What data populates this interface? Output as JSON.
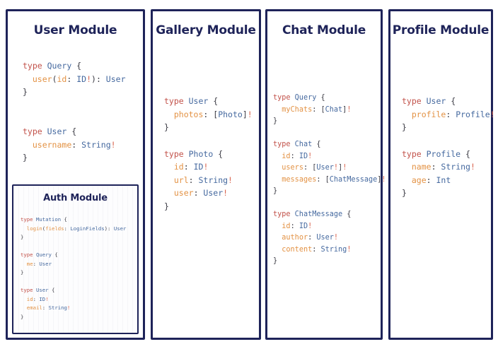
{
  "diagram": {
    "kind": "graphql-schema-module-map",
    "background_color": "#ffffff",
    "panel_border_color": "#1e2359",
    "title_color": "#1e2359",
    "syntax_colors": {
      "keyword": "#c2524a",
      "type": "#45699f",
      "field": "#e39244",
      "punctuation": "#3b3b44",
      "bang": "#d9654f"
    }
  },
  "modules": [
    {
      "id": "user-module",
      "title": "User Module",
      "code_lines": [
        [
          {
            "t": "type ",
            "c": "kw"
          },
          {
            "t": "Query",
            "c": "type"
          },
          {
            "t": " {",
            "c": "punct"
          }
        ],
        [
          {
            "t": "  ",
            "c": "punct"
          },
          {
            "t": "user",
            "c": "field"
          },
          {
            "t": "(",
            "c": "punct"
          },
          {
            "t": "id",
            "c": "field"
          },
          {
            "t": ": ",
            "c": "punct"
          },
          {
            "t": "ID",
            "c": "type"
          },
          {
            "t": "!",
            "c": "bang"
          },
          {
            "t": "): ",
            "c": "punct"
          },
          {
            "t": "User",
            "c": "type"
          }
        ],
        [
          {
            "t": "}",
            "c": "punct"
          }
        ],
        [
          {
            "t": "",
            "c": "punct"
          }
        ],
        [
          {
            "t": "",
            "c": "punct"
          }
        ],
        [
          {
            "t": "type ",
            "c": "kw"
          },
          {
            "t": "User",
            "c": "type"
          },
          {
            "t": " {",
            "c": "punct"
          }
        ],
        [
          {
            "t": "  ",
            "c": "punct"
          },
          {
            "t": "username",
            "c": "field"
          },
          {
            "t": ": ",
            "c": "punct"
          },
          {
            "t": "String",
            "c": "type"
          },
          {
            "t": "!",
            "c": "bang"
          }
        ],
        [
          {
            "t": "}",
            "c": "punct"
          }
        ]
      ],
      "submodule": {
        "id": "auth-module",
        "title": "Auth Module",
        "code_lines": [
          [
            {
              "t": "type ",
              "c": "kw"
            },
            {
              "t": "Mutation",
              "c": "type"
            },
            {
              "t": " {",
              "c": "punct"
            }
          ],
          [
            {
              "t": "  ",
              "c": "punct"
            },
            {
              "t": "login",
              "c": "field"
            },
            {
              "t": "(",
              "c": "punct"
            },
            {
              "t": "fields",
              "c": "field"
            },
            {
              "t": ": ",
              "c": "punct"
            },
            {
              "t": "LoginFields",
              "c": "type"
            },
            {
              "t": "): ",
              "c": "punct"
            },
            {
              "t": "User",
              "c": "type"
            }
          ],
          [
            {
              "t": "}",
              "c": "punct"
            }
          ],
          [
            {
              "t": "",
              "c": "punct"
            }
          ],
          [
            {
              "t": "type ",
              "c": "kw"
            },
            {
              "t": "Query",
              "c": "type"
            },
            {
              "t": " {",
              "c": "punct"
            }
          ],
          [
            {
              "t": "  ",
              "c": "punct"
            },
            {
              "t": "me",
              "c": "field"
            },
            {
              "t": ": ",
              "c": "punct"
            },
            {
              "t": "User",
              "c": "type"
            }
          ],
          [
            {
              "t": "}",
              "c": "punct"
            }
          ],
          [
            {
              "t": "",
              "c": "punct"
            }
          ],
          [
            {
              "t": "type ",
              "c": "kw"
            },
            {
              "t": "User",
              "c": "type"
            },
            {
              "t": " {",
              "c": "punct"
            }
          ],
          [
            {
              "t": "  ",
              "c": "punct"
            },
            {
              "t": "id",
              "c": "field"
            },
            {
              "t": ": ",
              "c": "punct"
            },
            {
              "t": "ID",
              "c": "type"
            },
            {
              "t": "!",
              "c": "bang"
            }
          ],
          [
            {
              "t": "  ",
              "c": "punct"
            },
            {
              "t": "email",
              "c": "field"
            },
            {
              "t": ": ",
              "c": "punct"
            },
            {
              "t": "String",
              "c": "type"
            },
            {
              "t": "!",
              "c": "bang"
            }
          ],
          [
            {
              "t": "}",
              "c": "punct"
            }
          ]
        ]
      }
    },
    {
      "id": "gallery-module",
      "title": "Gallery Module",
      "code_lines": [
        [
          {
            "t": "type ",
            "c": "kw"
          },
          {
            "t": "User",
            "c": "type"
          },
          {
            "t": " {",
            "c": "punct"
          }
        ],
        [
          {
            "t": "  ",
            "c": "punct"
          },
          {
            "t": "photos",
            "c": "field"
          },
          {
            "t": ": [",
            "c": "punct"
          },
          {
            "t": "Photo",
            "c": "type"
          },
          {
            "t": "]",
            "c": "punct"
          },
          {
            "t": "!",
            "c": "bang"
          }
        ],
        [
          {
            "t": "}",
            "c": "punct"
          }
        ],
        [
          {
            "t": "",
            "c": "punct"
          }
        ],
        [
          {
            "t": "type ",
            "c": "kw"
          },
          {
            "t": "Photo",
            "c": "type"
          },
          {
            "t": " {",
            "c": "punct"
          }
        ],
        [
          {
            "t": "  ",
            "c": "punct"
          },
          {
            "t": "id",
            "c": "field"
          },
          {
            "t": ": ",
            "c": "punct"
          },
          {
            "t": "ID",
            "c": "type"
          },
          {
            "t": "!",
            "c": "bang"
          }
        ],
        [
          {
            "t": "  ",
            "c": "punct"
          },
          {
            "t": "url",
            "c": "field"
          },
          {
            "t": ": ",
            "c": "punct"
          },
          {
            "t": "String",
            "c": "type"
          },
          {
            "t": "!",
            "c": "bang"
          }
        ],
        [
          {
            "t": "  ",
            "c": "punct"
          },
          {
            "t": "user",
            "c": "field"
          },
          {
            "t": ": ",
            "c": "punct"
          },
          {
            "t": "User",
            "c": "type"
          },
          {
            "t": "!",
            "c": "bang"
          }
        ],
        [
          {
            "t": "}",
            "c": "punct"
          }
        ]
      ]
    },
    {
      "id": "chat-module",
      "title": "Chat Module",
      "code_lines": [
        [
          {
            "t": "type ",
            "c": "kw"
          },
          {
            "t": "Query",
            "c": "type"
          },
          {
            "t": " {",
            "c": "punct"
          }
        ],
        [
          {
            "t": "  ",
            "c": "punct"
          },
          {
            "t": "myChats",
            "c": "field"
          },
          {
            "t": ": [",
            "c": "punct"
          },
          {
            "t": "Chat",
            "c": "type"
          },
          {
            "t": "]",
            "c": "punct"
          },
          {
            "t": "!",
            "c": "bang"
          }
        ],
        [
          {
            "t": "}",
            "c": "punct"
          }
        ],
        [
          {
            "t": "",
            "c": "punct"
          }
        ],
        [
          {
            "t": "type ",
            "c": "kw"
          },
          {
            "t": "Chat",
            "c": "type"
          },
          {
            "t": " {",
            "c": "punct"
          }
        ],
        [
          {
            "t": "  ",
            "c": "punct"
          },
          {
            "t": "id",
            "c": "field"
          },
          {
            "t": ": ",
            "c": "punct"
          },
          {
            "t": "ID",
            "c": "type"
          },
          {
            "t": "!",
            "c": "bang"
          }
        ],
        [
          {
            "t": "  ",
            "c": "punct"
          },
          {
            "t": "users",
            "c": "field"
          },
          {
            "t": ": [",
            "c": "punct"
          },
          {
            "t": "User",
            "c": "type"
          },
          {
            "t": "!",
            "c": "bang"
          },
          {
            "t": "]",
            "c": "punct"
          },
          {
            "t": "!",
            "c": "bang"
          }
        ],
        [
          {
            "t": "  ",
            "c": "punct"
          },
          {
            "t": "messages",
            "c": "field"
          },
          {
            "t": ": [",
            "c": "punct"
          },
          {
            "t": "ChatMessage",
            "c": "type"
          },
          {
            "t": "]",
            "c": "punct"
          },
          {
            "t": "!",
            "c": "bang"
          }
        ],
        [
          {
            "t": "}",
            "c": "punct"
          }
        ],
        [
          {
            "t": "",
            "c": "punct"
          }
        ],
        [
          {
            "t": "type ",
            "c": "kw"
          },
          {
            "t": "ChatMessage",
            "c": "type"
          },
          {
            "t": " {",
            "c": "punct"
          }
        ],
        [
          {
            "t": "  ",
            "c": "punct"
          },
          {
            "t": "id",
            "c": "field"
          },
          {
            "t": ": ",
            "c": "punct"
          },
          {
            "t": "ID",
            "c": "type"
          },
          {
            "t": "!",
            "c": "bang"
          }
        ],
        [
          {
            "t": "  ",
            "c": "punct"
          },
          {
            "t": "author",
            "c": "field"
          },
          {
            "t": ": ",
            "c": "punct"
          },
          {
            "t": "User",
            "c": "type"
          },
          {
            "t": "!",
            "c": "bang"
          }
        ],
        [
          {
            "t": "  ",
            "c": "punct"
          },
          {
            "t": "content",
            "c": "field"
          },
          {
            "t": ": ",
            "c": "punct"
          },
          {
            "t": "String",
            "c": "type"
          },
          {
            "t": "!",
            "c": "bang"
          }
        ],
        [
          {
            "t": "}",
            "c": "punct"
          }
        ]
      ]
    },
    {
      "id": "profile-module",
      "title": "Profile Module",
      "code_lines": [
        [
          {
            "t": "type ",
            "c": "kw"
          },
          {
            "t": "User",
            "c": "type"
          },
          {
            "t": " {",
            "c": "punct"
          }
        ],
        [
          {
            "t": "  ",
            "c": "punct"
          },
          {
            "t": "profile",
            "c": "field"
          },
          {
            "t": ": ",
            "c": "punct"
          },
          {
            "t": "Profile",
            "c": "type"
          },
          {
            "t": "!",
            "c": "bang"
          }
        ],
        [
          {
            "t": "}",
            "c": "punct"
          }
        ],
        [
          {
            "t": "",
            "c": "punct"
          }
        ],
        [
          {
            "t": "type ",
            "c": "kw"
          },
          {
            "t": "Profile",
            "c": "type"
          },
          {
            "t": " {",
            "c": "punct"
          }
        ],
        [
          {
            "t": "  ",
            "c": "punct"
          },
          {
            "t": "name",
            "c": "field"
          },
          {
            "t": ": ",
            "c": "punct"
          },
          {
            "t": "String",
            "c": "type"
          },
          {
            "t": "!",
            "c": "bang"
          }
        ],
        [
          {
            "t": "  ",
            "c": "punct"
          },
          {
            "t": "age",
            "c": "field"
          },
          {
            "t": ": ",
            "c": "punct"
          },
          {
            "t": "Int",
            "c": "type"
          }
        ],
        [
          {
            "t": "}",
            "c": "punct"
          }
        ]
      ]
    }
  ]
}
